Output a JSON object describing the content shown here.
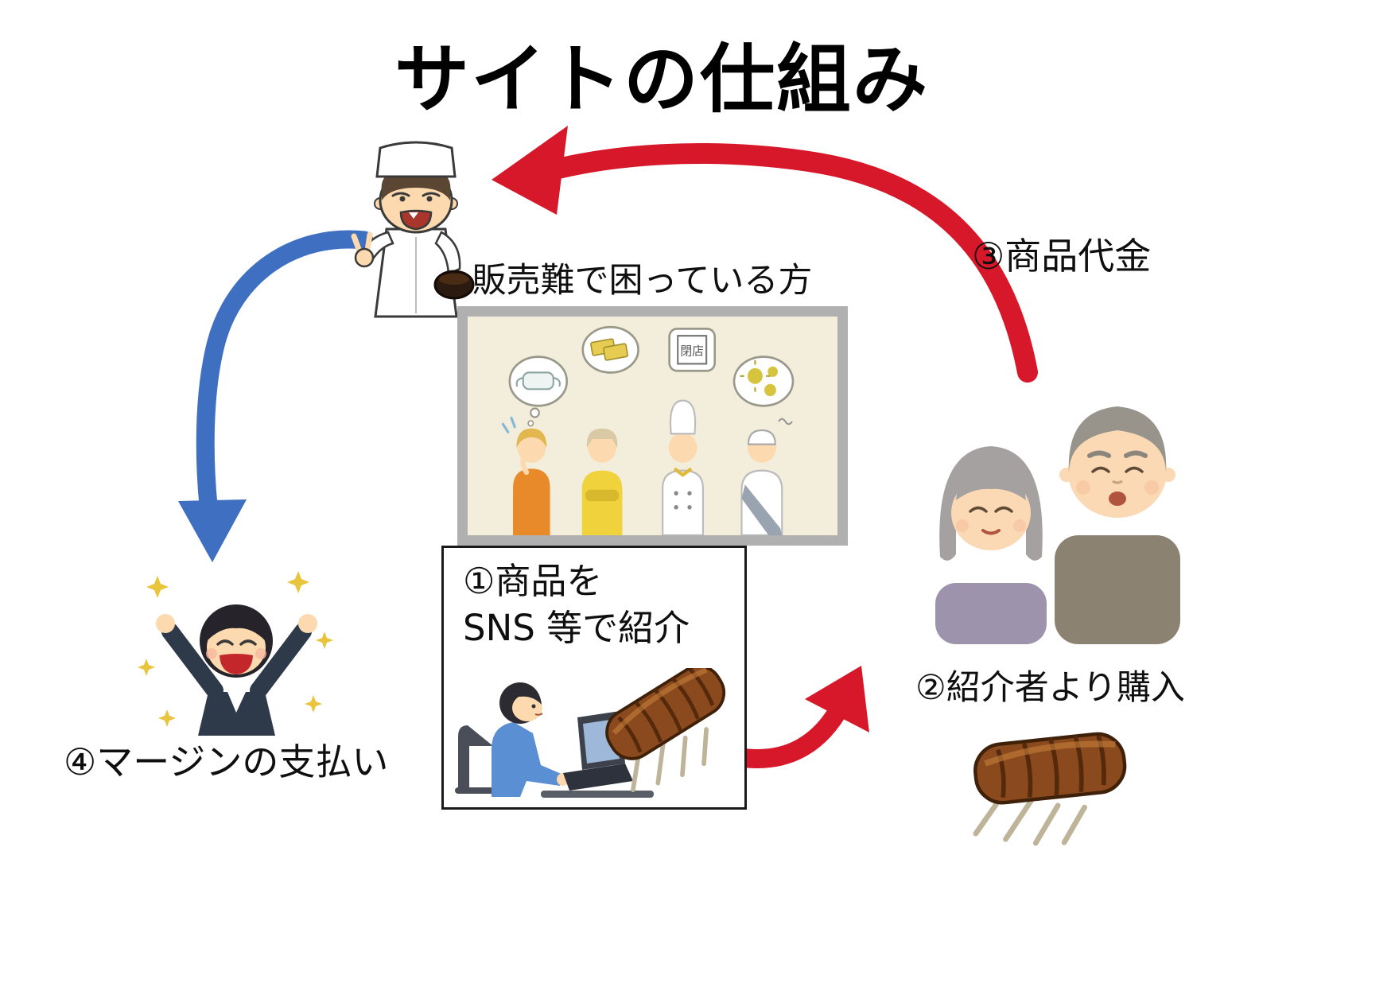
{
  "title": "サイトの仕組み",
  "scene": {
    "seller_caption": "販売難で困っている方",
    "closed_sign": "閉店",
    "step1_line1": "①商品を",
    "step1_line2": "SNS 等で紹介",
    "step2": "②紹介者より購入",
    "step3": "③商品代金",
    "step4": "④マージンの支払い"
  },
  "colors": {
    "arrow_red": "#d7182a",
    "arrow_blue": "#3e6fc1",
    "frame_border": "#b0b0b0",
    "frame_bg": "#f3eedb",
    "text": "#0f0f0f"
  }
}
